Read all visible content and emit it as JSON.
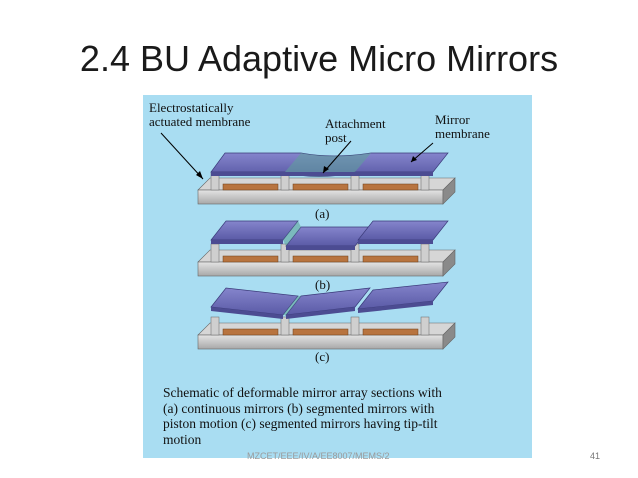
{
  "slide": {
    "title": "2.4 BU Adaptive Micro Mirrors",
    "footer": "MZCET/EEE/IV/A/EE8007/MEMS/2",
    "page_number": "41"
  },
  "figure": {
    "labels": {
      "membrane_line1": "Electrostatically",
      "membrane_line2": "actuated membrane",
      "post_line1": "Attachment",
      "post_line2": "post",
      "mirror_line1": "Mirror",
      "mirror_line2": "membrane"
    },
    "panels": [
      "(a)",
      "(b)",
      "(c)"
    ],
    "caption_lines": [
      "Schematic of deformable mirror array sections with",
      "(a) continuous mirrors (b) segmented mirrors with",
      "piston motion  (c) segmented mirrors having tip-tilt",
      "motion"
    ],
    "colors": {
      "background": "#a9ddf2",
      "mirror": "#6f6fb8",
      "substrate": "#c8c8c8",
      "electrode": "#b8743f",
      "post": "#c8c8c8"
    }
  }
}
